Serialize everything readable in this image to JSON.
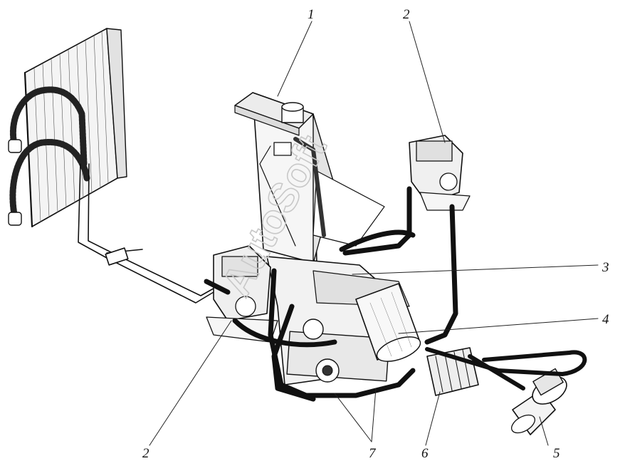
{
  "watermark": "AutoSoft",
  "callouts": {
    "c1": "1",
    "c2_top": "2",
    "c2_bottom": "2",
    "c3": "3",
    "c4": "4",
    "c5": "5",
    "c6": "6",
    "c7": "7"
  },
  "colors": {
    "ink": "#111111",
    "background": "#ffffff",
    "watermark": "#c8c8c8"
  }
}
